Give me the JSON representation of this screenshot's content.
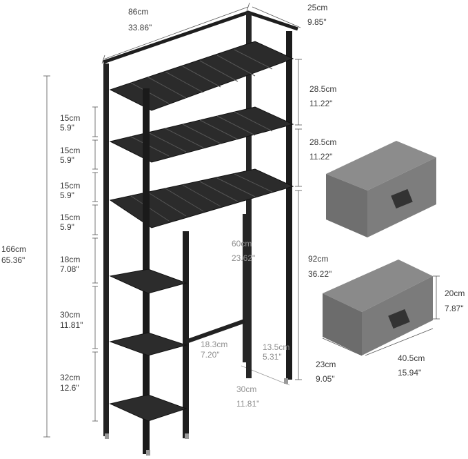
{
  "top_width": {
    "cm": "86cm",
    "in": "33.86\""
  },
  "top_depth": {
    "cm": "25cm",
    "in": "9.85\""
  },
  "shelf_gap_1": {
    "cm": "28.5cm",
    "in": "11.22\""
  },
  "shelf_gap_2": {
    "cm": "28.5cm",
    "in": "11.22\""
  },
  "clearance_height": {
    "cm": "92cm",
    "in": "36.22\""
  },
  "total_height": {
    "cm": "166cm",
    "in": "65.36\""
  },
  "left_stack": [
    {
      "cm": "15cm",
      "in": "5.9\""
    },
    {
      "cm": "15cm",
      "in": "5.9\""
    },
    {
      "cm": "15cm",
      "in": "5.9\""
    },
    {
      "cm": "15cm",
      "in": "5.9\""
    },
    {
      "cm": "18cm",
      "in": "7.08\""
    },
    {
      "cm": "30cm",
      "in": "11.81\""
    },
    {
      "cm": "32cm",
      "in": "12.6\""
    }
  ],
  "inner_width": {
    "cm": "60cm",
    "in": "23.62\""
  },
  "base_height_a": {
    "cm": "18.3cm",
    "in": "7.20\""
  },
  "base_height_b": {
    "cm": "13.5cm",
    "in": "5.31\""
  },
  "base_depth": {
    "cm": "30cm",
    "in": "11.81\""
  },
  "drawer_height": {
    "cm": "20cm",
    "in": "7.87\""
  },
  "drawer_depth": {
    "cm": "23cm",
    "in": "9.05\""
  },
  "drawer_width": {
    "cm": "40.5cm",
    "in": "15.94\""
  }
}
